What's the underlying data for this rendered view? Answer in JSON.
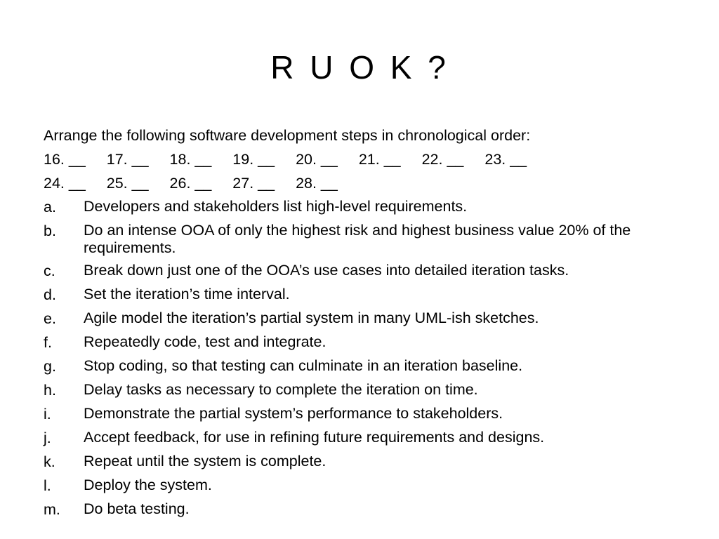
{
  "title": "R U O K ?",
  "instruction": "Arrange the following software development steps in chronological order:",
  "blank_rows": [
    [
      "16. __",
      "17. __",
      "18. __",
      "19. __",
      "20. __",
      "21. __",
      "22. __",
      "23. __"
    ],
    [
      "24. __",
      "25. __",
      "26. __",
      "27. __",
      "28. __"
    ]
  ],
  "items": [
    {
      "label": "a.",
      "text": "Developers and stakeholders list high-level requirements."
    },
    {
      "label": "b.",
      "text": "Do an intense OOA of only the highest risk and highest business value 20% of the requirements."
    },
    {
      "label": "c.",
      "text": "Break down just one of the OOA’s use cases into detailed iteration tasks."
    },
    {
      "label": "d.",
      "text": "Set the iteration’s time interval."
    },
    {
      "label": "e.",
      "text": "Agile model the iteration’s partial system in many UML-ish sketches."
    },
    {
      "label": "f.",
      "text": "Repeatedly code, test and integrate."
    },
    {
      "label": "g.",
      "text": "Stop coding, so that testing can culminate in an iteration baseline."
    },
    {
      "label": "h.",
      "text": "Delay tasks as necessary to complete the iteration on time."
    },
    {
      "label": "i.",
      "text": "Demonstrate the partial system’s performance to stakeholders."
    },
    {
      "label": "j.",
      "text": "Accept feedback, for use in refining future requirements and designs."
    },
    {
      "label": "k.",
      "text": "Repeat until the system is complete."
    },
    {
      "label": "l.",
      "text": "Deploy the system."
    },
    {
      "label": "m.",
      "text": "Do beta testing."
    }
  ]
}
